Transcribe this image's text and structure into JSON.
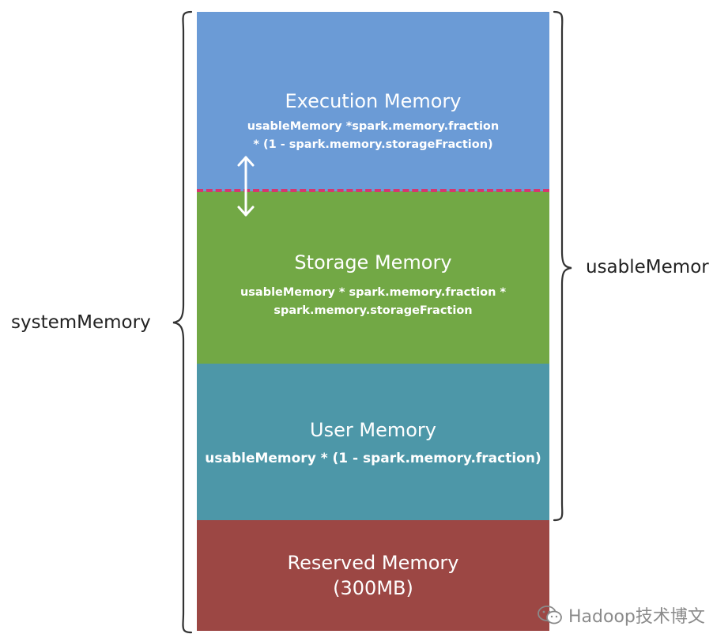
{
  "blocks": {
    "execution": {
      "title": "Execution Memory",
      "formula_line1": "usableMemory *spark.memory.fraction",
      "formula_line2": "* (1 - spark.memory.storageFraction)",
      "color": "#6B9BD6"
    },
    "storage": {
      "title": "Storage Memory",
      "formula_line1": "usableMemory * spark.memory.fraction *",
      "formula_line2": "spark.memory.storageFraction",
      "color": "#72A845"
    },
    "user": {
      "title": "User Memory",
      "formula_line1": "usableMemory * (1 - spark.memory.fraction)",
      "color": "#4D97A8"
    },
    "reserved": {
      "title_line1": "Reserved Memory",
      "title_line2": "(300MB)",
      "color": "#9C4744"
    }
  },
  "labels": {
    "system_memory": "systemMemory",
    "usable_memory": "usableMemor"
  },
  "divider_color": "#D6376E",
  "watermark": {
    "icon": "wechat-icon",
    "text": "Hadoop技术博文"
  }
}
